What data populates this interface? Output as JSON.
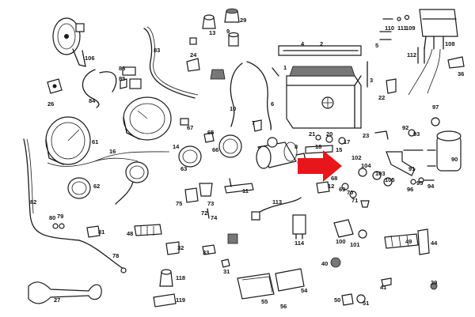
{
  "diagram": {
    "highlight": {
      "color": "#e8161b",
      "part": "102"
    },
    "part_labels": {
      "p1": "1",
      "p2": "2",
      "p3": "3",
      "p4": "4",
      "p5": "5",
      "p6": "6",
      "p7": "7",
      "p8": "8",
      "p9": "9",
      "p10": "10",
      "p11": "11",
      "p12": "12",
      "p13": "13",
      "p14": "14",
      "p15": "15",
      "p16": "16",
      "p17": "17",
      "p18": "18",
      "p20": "20",
      "p21": "21",
      "p22": "22",
      "p23": "23",
      "p24": "24",
      "p26": "26",
      "p27": "27",
      "p29": "29",
      "p31": "31",
      "p32": "32",
      "p33": "33",
      "p36": "36",
      "p39": "39",
      "p40": "40",
      "p41": "41",
      "p44": "44",
      "p48": "48",
      "p49": "49",
      "p50": "50",
      "p51": "51",
      "p54": "54",
      "p55": "55",
      "p56": "56",
      "p61": "61",
      "p62": "62",
      "p63": "63",
      "p65": "65",
      "p66": "66",
      "p67": "67",
      "p68": "68",
      "p69": "69",
      "p70": "70",
      "p71": "71",
      "p72": "72",
      "p73": "73",
      "p74": "74",
      "p75": "75",
      "p78": "78",
      "p79": "79",
      "p80": "80",
      "p81": "81",
      "p82": "82",
      "p83": "83",
      "p84": "84",
      "p85": "85",
      "p86": "86",
      "p90": "90",
      "p91": "91",
      "p92": "92",
      "p93": "93",
      "p94": "94",
      "p95": "95",
      "p96": "96",
      "p97": "97",
      "p100": "100",
      "p101": "101",
      "p102": "102",
      "p103": "103",
      "p104": "104",
      "p105": "105",
      "p106": "106",
      "p108": "108",
      "p109": "109",
      "p110": "110",
      "p111": "111",
      "p112": "112",
      "p113": "113",
      "p114": "114",
      "p118": "118",
      "p119": "119"
    }
  }
}
